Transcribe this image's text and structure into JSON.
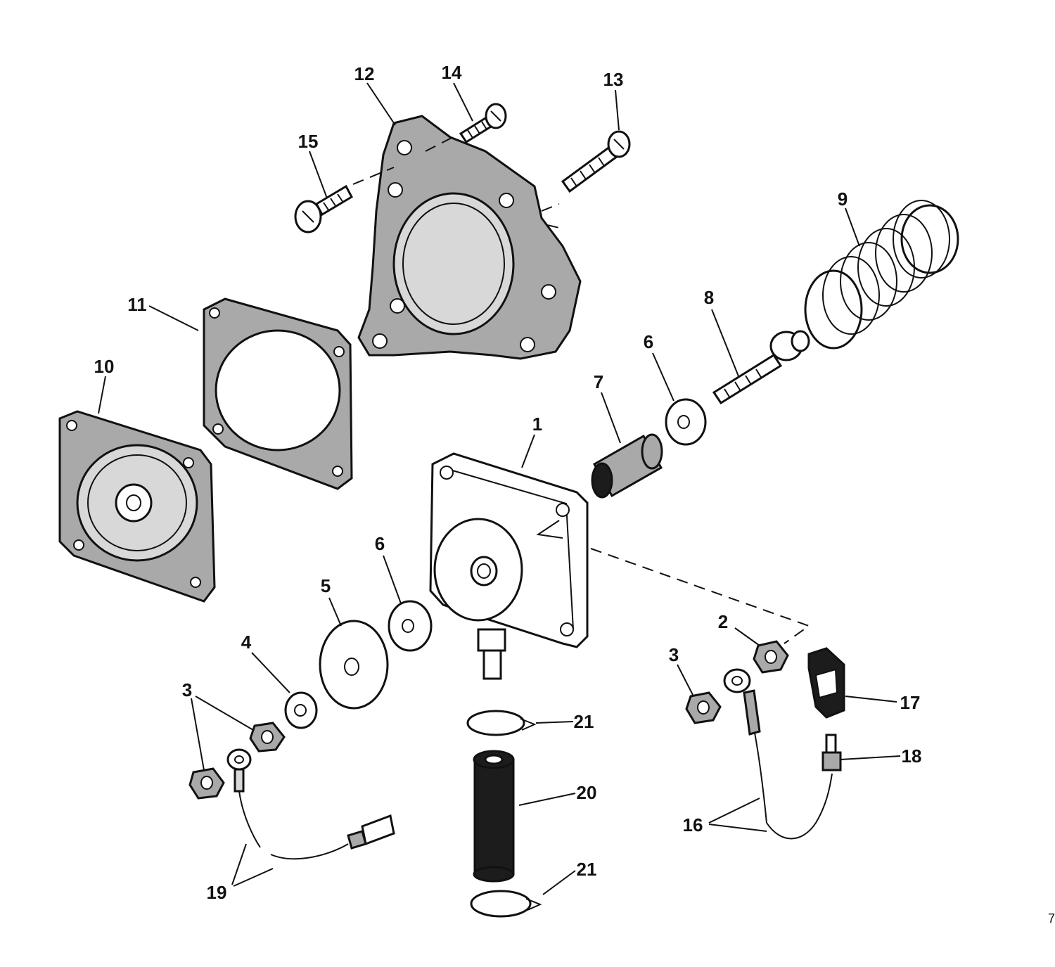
{
  "diagram": {
    "callouts": [
      {
        "id": "c1",
        "text": "1"
      },
      {
        "id": "c2",
        "text": "2"
      },
      {
        "id": "c3a",
        "text": "3"
      },
      {
        "id": "c3b",
        "text": "3"
      },
      {
        "id": "c4",
        "text": "4"
      },
      {
        "id": "c5",
        "text": "5"
      },
      {
        "id": "c6a",
        "text": "6"
      },
      {
        "id": "c6b",
        "text": "6"
      },
      {
        "id": "c7",
        "text": "7"
      },
      {
        "id": "c8",
        "text": "8"
      },
      {
        "id": "c9",
        "text": "9"
      },
      {
        "id": "c10",
        "text": "10"
      },
      {
        "id": "c11",
        "text": "11"
      },
      {
        "id": "c12",
        "text": "12"
      },
      {
        "id": "c13",
        "text": "13"
      },
      {
        "id": "c14",
        "text": "14"
      },
      {
        "id": "c15",
        "text": "15"
      },
      {
        "id": "c16",
        "text": "16"
      },
      {
        "id": "c17",
        "text": "17"
      },
      {
        "id": "c18",
        "text": "18"
      },
      {
        "id": "c19",
        "text": "19"
      },
      {
        "id": "c20",
        "text": "20"
      },
      {
        "id": "c21a",
        "text": "21"
      },
      {
        "id": "c21b",
        "text": "21"
      }
    ],
    "page_number": "7"
  }
}
